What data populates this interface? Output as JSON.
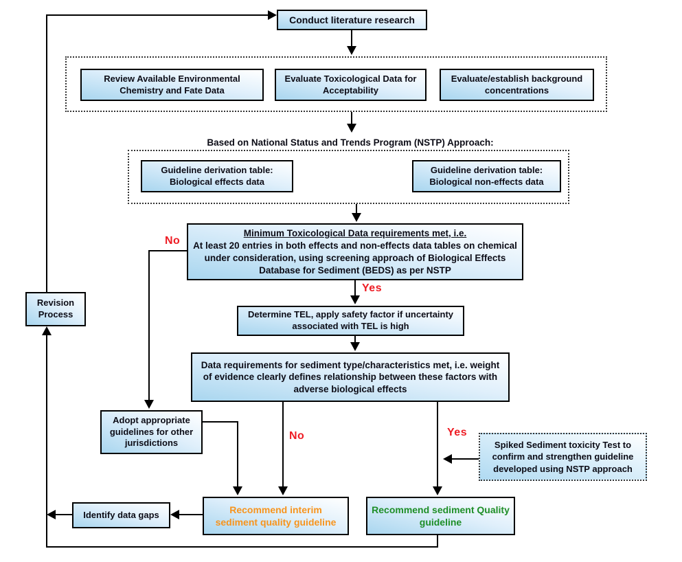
{
  "colors": {
    "box_fill_start": "#a9d6ef",
    "box_fill_end": "#ffffff",
    "border": "#000000",
    "branch_label_red": "#ee1c24",
    "interim_orange": "#f7941d",
    "final_green": "#1e8e27"
  },
  "nodes": {
    "conduct": {
      "label": "Conduct literature research"
    },
    "review": {
      "label": "Review  Available Environmental Chemistry and Fate Data"
    },
    "evaluate_tox": {
      "label": "Evaluate Toxicological Data for Acceptability"
    },
    "background": {
      "label": "Evaluate/establish background concentrations"
    },
    "nstp_heading": {
      "label": "Based on National Status and Trends Program (NSTP) Approach:"
    },
    "effects_table": {
      "label": "Guideline derivation table: Biological effects data"
    },
    "non_effects_table": {
      "label": "Guideline derivation table: Biological non-effects data"
    },
    "minimum": {
      "title": "Minimum Toxicological Data requirements met, i.e.",
      "body": "At least 20 entries  in both effects and non-effects  data tables on chemical under consideration, using screening approach of Biological Effects Database for Sediment (BEDS) as per NSTP"
    },
    "tel": {
      "label": "Determine TEL, apply safety factor if uncertainty associated with TEL is high"
    },
    "data_req": {
      "label": "Data requirements for sediment type/characteristics met, i.e. weight of evidence clearly defines relationship between these factors with adverse biological effects"
    },
    "adopt": {
      "label": "Adopt appropriate guidelines for other jurisdictions"
    },
    "spiked": {
      "label": "Spiked Sediment toxicity Test to confirm  and strengthen guideline developed using NSTP approach"
    },
    "revision": {
      "label": "Revision Process"
    },
    "identify": {
      "label": "Identify data gaps"
    },
    "interim": {
      "label": "Recommend interim sediment quality guideline"
    },
    "final": {
      "label": "Recommend sediment Quality guideline"
    }
  },
  "edge_labels": {
    "no_top": "No",
    "yes_top": "Yes",
    "no_bottom": "No",
    "yes_bottom": "Yes"
  }
}
